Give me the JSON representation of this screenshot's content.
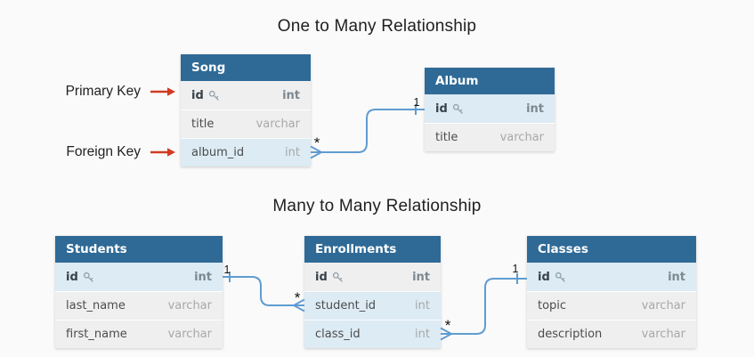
{
  "sections": {
    "one_to_many": {
      "title": "One to Many Relationship"
    },
    "many_to_many": {
      "title": "Many to Many Relationship"
    }
  },
  "annotations": {
    "primary_key_label": "Primary Key",
    "foreign_key_label": "Foreign Key"
  },
  "tables": [
    {
      "id": "song",
      "name": "Song",
      "rows": [
        {
          "field": "id",
          "type": "int",
          "pk": true,
          "variant": "gray"
        },
        {
          "field": "title",
          "type": "varchar",
          "pk": false,
          "variant": "gray"
        },
        {
          "field": "album_id",
          "type": "int",
          "pk": false,
          "variant": "blue"
        }
      ]
    },
    {
      "id": "album",
      "name": "Album",
      "rows": [
        {
          "field": "id",
          "type": "int",
          "pk": true,
          "variant": "blue"
        },
        {
          "field": "title",
          "type": "varchar",
          "pk": false,
          "variant": "gray"
        }
      ]
    },
    {
      "id": "students",
      "name": "Students",
      "rows": [
        {
          "field": "id",
          "type": "int",
          "pk": true,
          "variant": "blue"
        },
        {
          "field": "last_name",
          "type": "varchar",
          "pk": false,
          "variant": "gray"
        },
        {
          "field": "first_name",
          "type": "varchar",
          "pk": false,
          "variant": "gray"
        }
      ]
    },
    {
      "id": "enrollments",
      "name": "Enrollments",
      "rows": [
        {
          "field": "id",
          "type": "int",
          "pk": true,
          "variant": "gray"
        },
        {
          "field": "student_id",
          "type": "int",
          "pk": false,
          "variant": "blue"
        },
        {
          "field": "class_id",
          "type": "int",
          "pk": false,
          "variant": "blue"
        }
      ]
    },
    {
      "id": "classes",
      "name": "Classes",
      "rows": [
        {
          "field": "id",
          "type": "int",
          "pk": true,
          "variant": "blue"
        },
        {
          "field": "topic",
          "type": "varchar",
          "pk": false,
          "variant": "gray"
        },
        {
          "field": "description",
          "type": "varchar",
          "pk": false,
          "variant": "gray"
        }
      ]
    }
  ],
  "relationships": [
    {
      "many_table": "Song",
      "many_field": "album_id",
      "one_table": "Album",
      "one_field": "id",
      "one_label": "1",
      "many_label": "*"
    },
    {
      "many_table": "Enrollments",
      "many_field": "student_id",
      "one_table": "Students",
      "one_field": "id",
      "one_label": "1",
      "many_label": "*"
    },
    {
      "many_table": "Enrollments",
      "many_field": "class_id",
      "one_table": "Classes",
      "one_field": "id",
      "one_label": "1",
      "many_label": "*"
    }
  ],
  "colors": {
    "page_background": "#fafafa",
    "table_header": "#2f6a96",
    "row_gray": "#efefef",
    "row_highlight_blue": "#dcebf4",
    "relationship_line": "#5f9cd1",
    "annotation_arrow_red": "#d13b22"
  }
}
